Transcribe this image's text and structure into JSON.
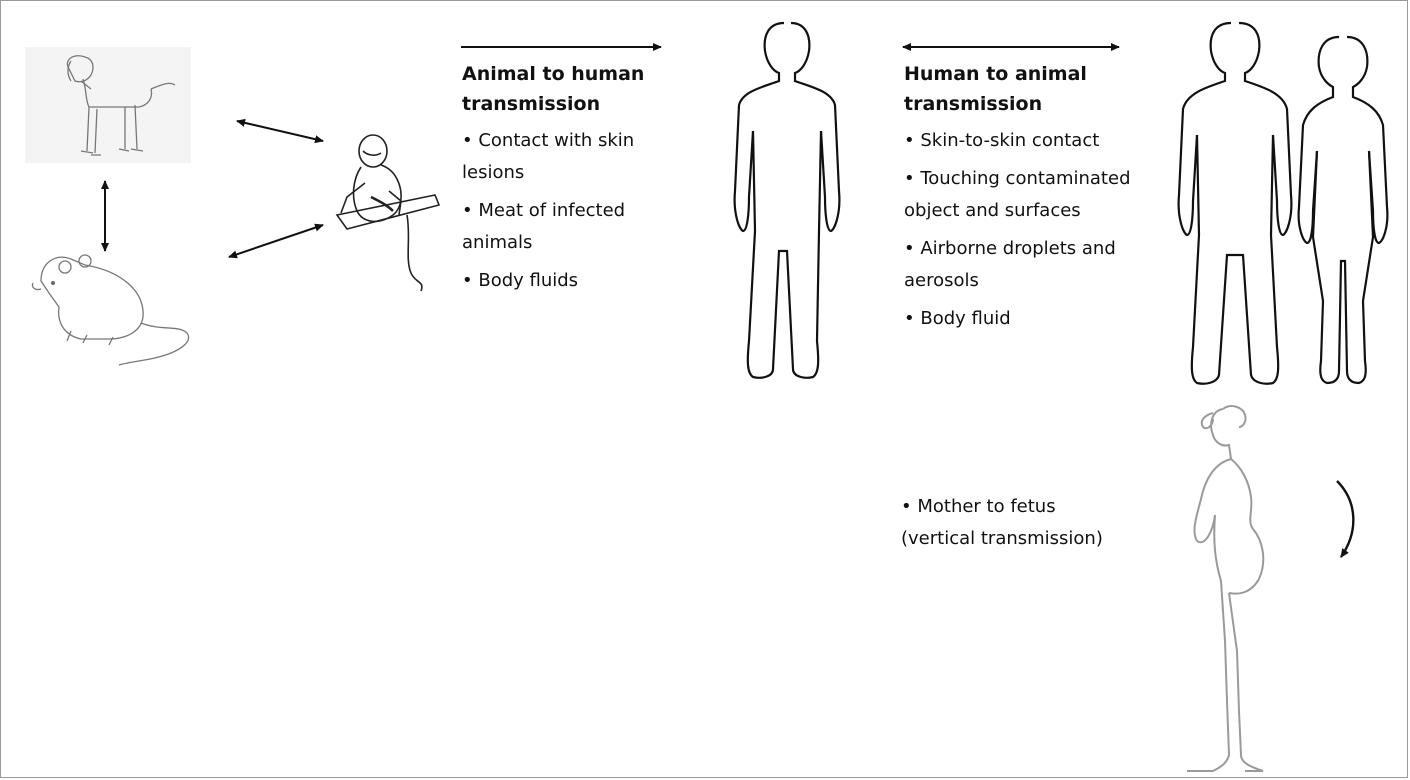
{
  "animal_to_human": {
    "heading": "Animal to human transmission",
    "items": [
      "• Contact with skin lesions",
      "• Meat of infected animals",
      "• Body fluids"
    ]
  },
  "human_to_animal": {
    "heading": "Human to animal transmission",
    "items": [
      "• Skin-to-skin contact",
      "• Touching contaminated object and surfaces",
      "• Airborne droplets and aerosols",
      "• Body fluid"
    ]
  },
  "vertical": {
    "line1": "• Mother to fetus",
    "line2": "(vertical transmission)"
  },
  "icons": {
    "dog": "dog-sketch-icon",
    "rat": "rat-sketch-icon",
    "monkey": "monkey-sketch-icon",
    "human_single": "human-silhouette-icon",
    "human_pair": "human-couple-silhouette-icon",
    "pregnant": "pregnant-woman-silhouette-icon"
  }
}
